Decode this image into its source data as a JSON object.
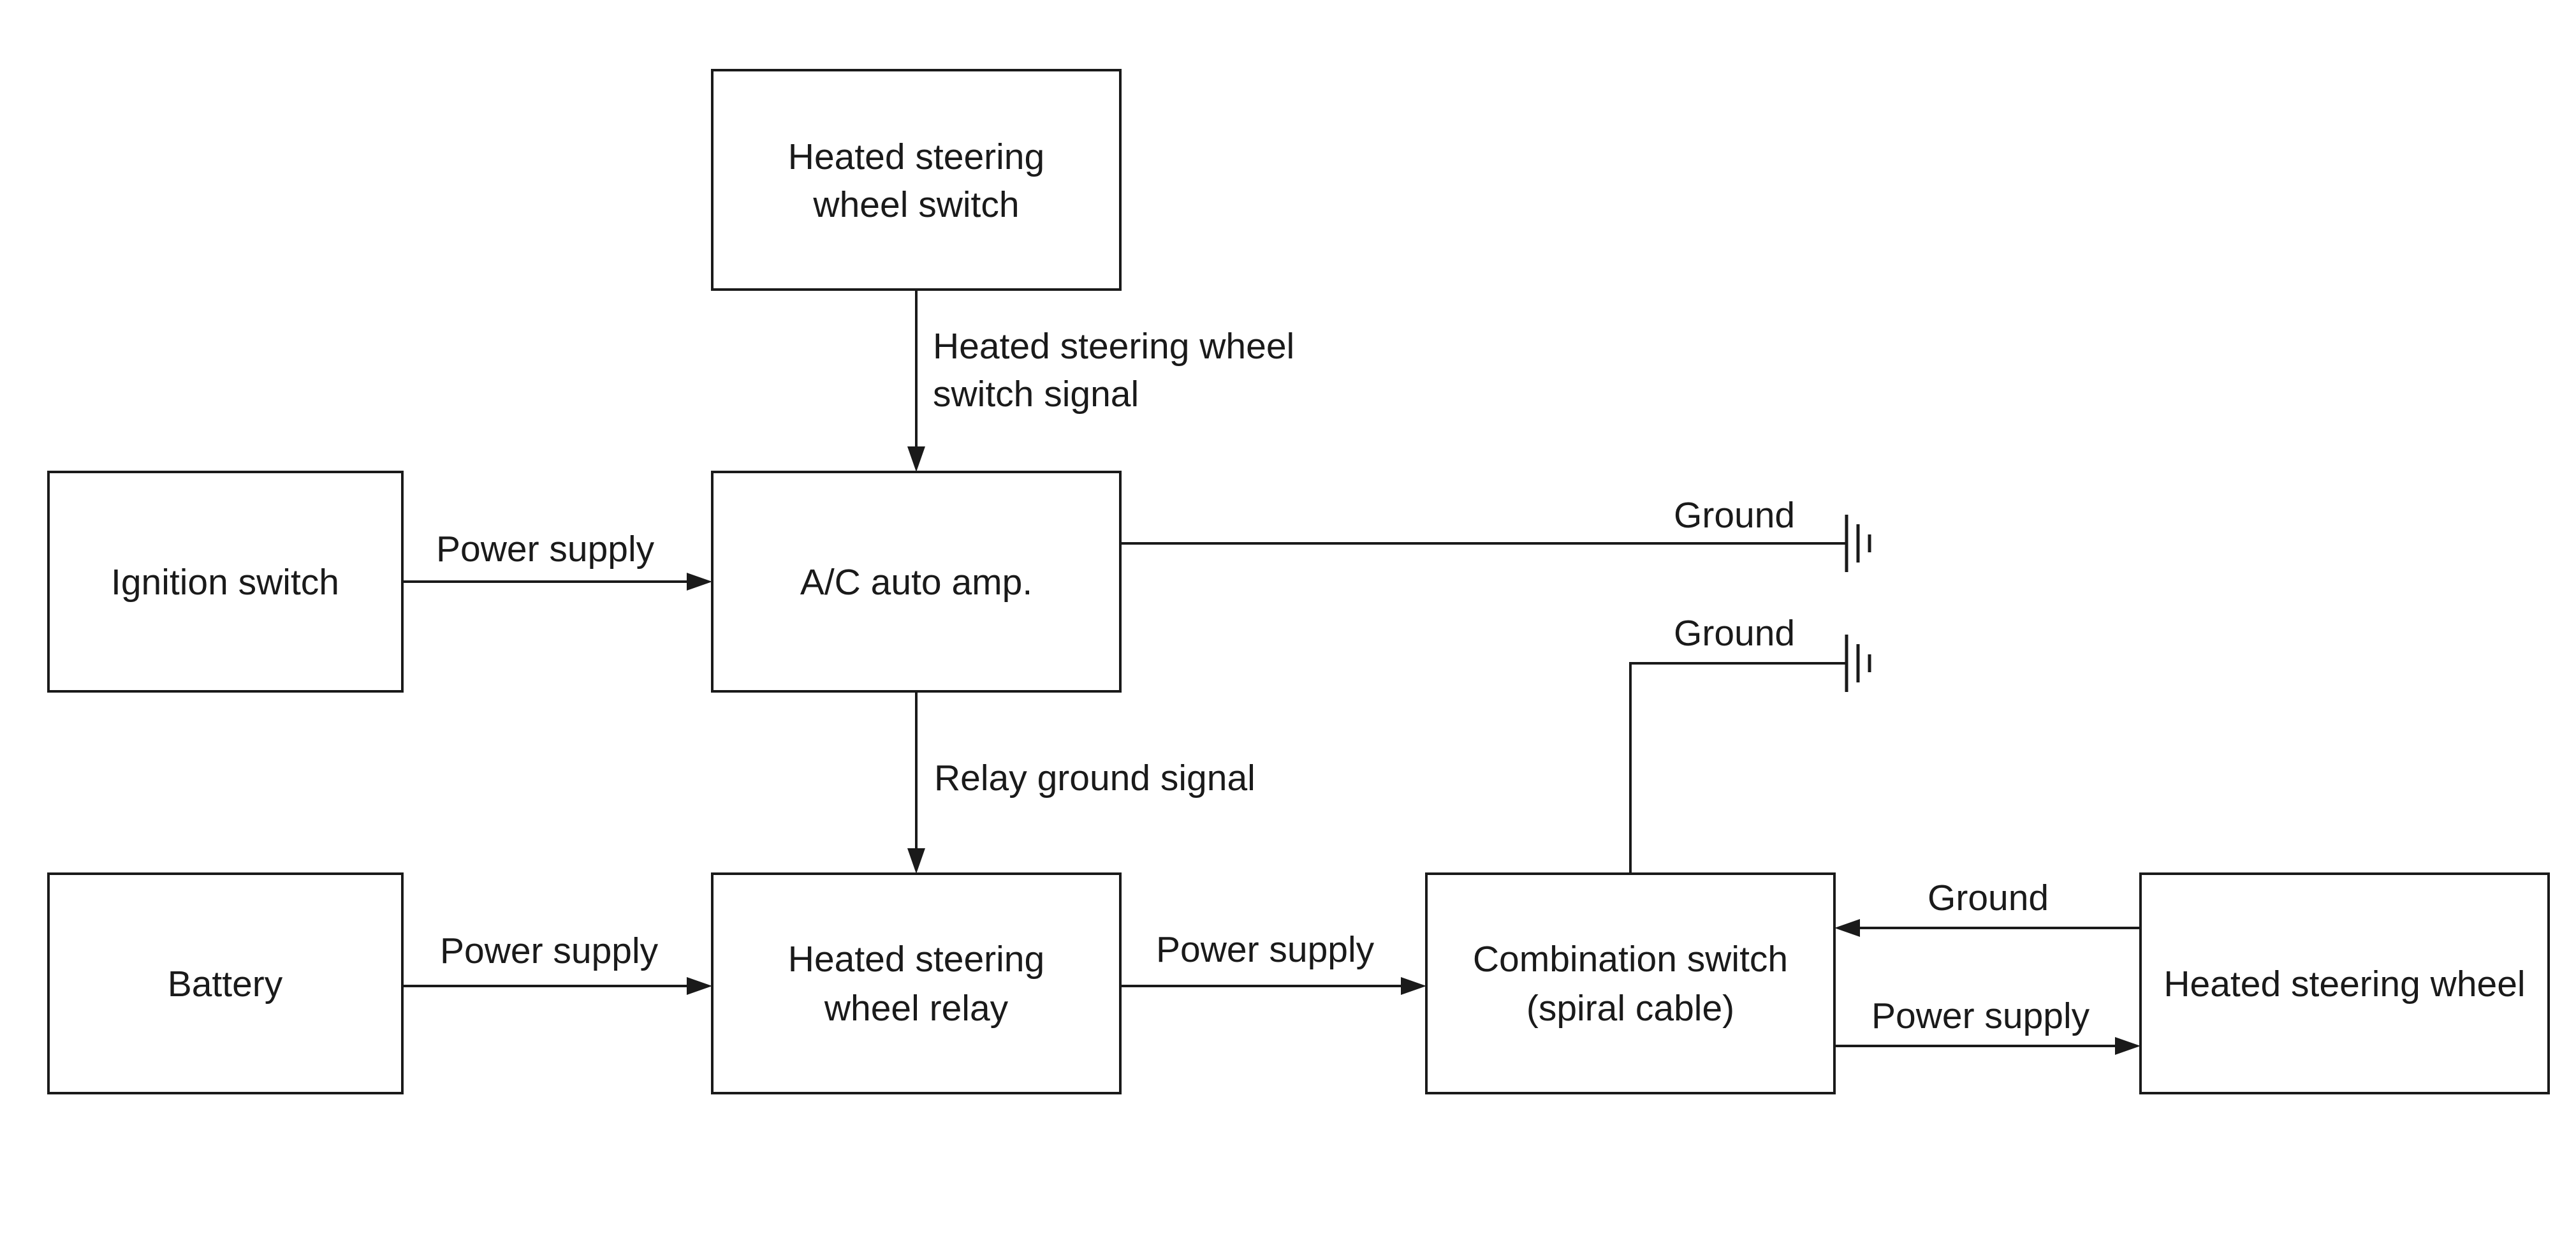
{
  "blocks": {
    "switch": [
      "Heated steering",
      "wheel switch"
    ],
    "ignition": [
      "Ignition switch"
    ],
    "ac_amp": [
      "A/C auto amp."
    ],
    "battery": [
      "Battery"
    ],
    "relay": [
      "Heated steering",
      "wheel relay"
    ],
    "combination": [
      "Combination switch",
      "(spiral cable)"
    ],
    "wheel": [
      "Heated steering wheel"
    ]
  },
  "signals": {
    "switch_signal": [
      "Heated steering wheel",
      "switch signal"
    ],
    "ignition_power": "Power supply",
    "amp_ground": "Ground",
    "relay_ground_signal": "Relay ground signal",
    "battery_power": "Power supply",
    "relay_power": "Power supply",
    "combination_ground": "Ground",
    "wheel_ground": "Ground",
    "wheel_power": "Power supply"
  }
}
